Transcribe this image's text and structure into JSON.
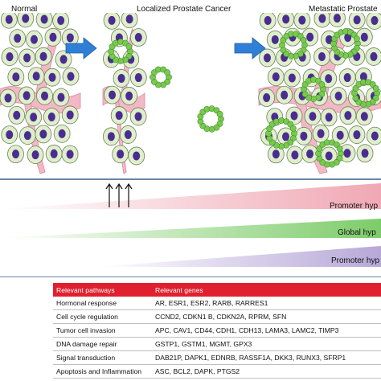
{
  "stages": {
    "normal": "Normal",
    "localized": "Localized Prostate Cancer",
    "metastatic": "Metastatic Prostate"
  },
  "gradients": [
    {
      "label": "Promoter hyp",
      "color": "#f0a8b4"
    },
    {
      "label": "Global hyp",
      "color": "#7dcc6a"
    },
    {
      "label": "Promoter hyp",
      "color": "#b7a8d8"
    }
  ],
  "colors": {
    "arrow": "#2f7fd6",
    "cell_fill": "#dfeecb",
    "nucleus": "#4a2d8f",
    "stroma": "#f2b8c6",
    "cancer_cell": "#79c94f",
    "table_header": "#e0202e"
  },
  "table": {
    "headers": [
      "Relevant pathways",
      "Relevant genes"
    ],
    "rows": [
      [
        "Hormonal response",
        "AR, ESR1, ESR2, RARB, RARRES1"
      ],
      [
        "Cell cycle regulation",
        "CCND2, CDKN1 B, CDKN2A, RPRM, SFN"
      ],
      [
        "Tumor cell invasion",
        "APC, CAV1, CD44, CDH1, CDH13, LAMA3, LAMC2, TIMP3"
      ],
      [
        "DNA damage repair",
        "GSTP1, GSTM1, MGMT, GPX3"
      ],
      [
        "Signal transduction",
        "DAB21P, DAPK1, EDNRB, RASSF1A, DKK3, RUNX3, SFRP1"
      ],
      [
        "Apoptosis and Inflammation",
        "ASC, BCL2, DAPK, PTGS2"
      ]
    ]
  }
}
